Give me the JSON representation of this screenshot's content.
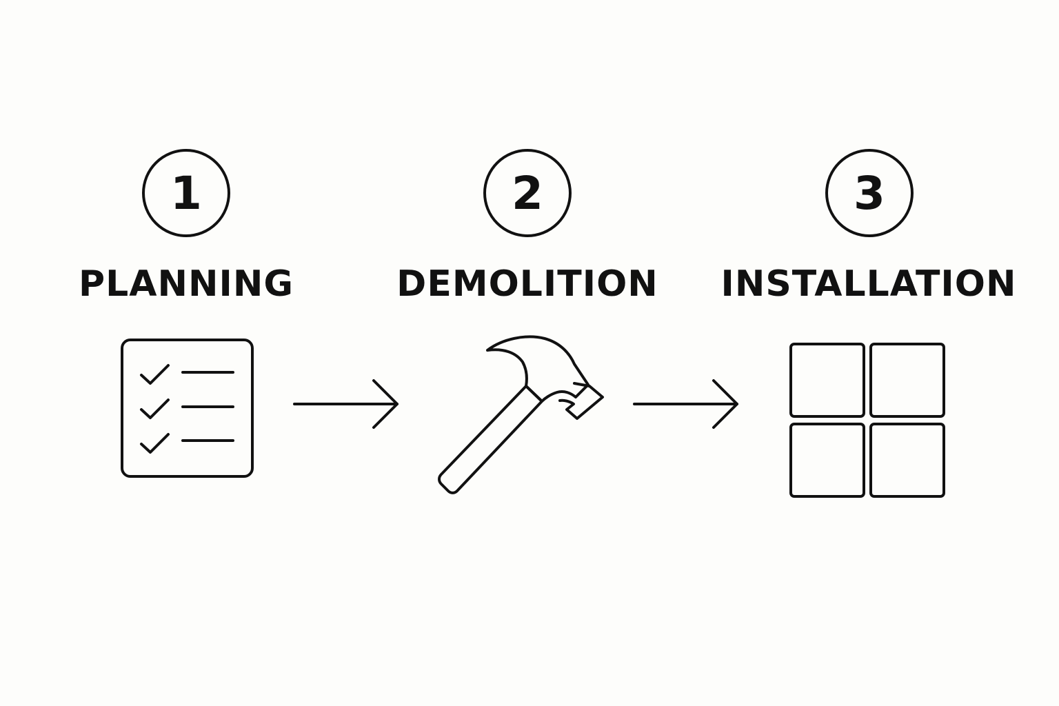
{
  "diagram": {
    "ink_color": "#111111",
    "background_color": "#fdfdfb",
    "steps": [
      {
        "number": "1",
        "label": "PLANNING",
        "icon": "checklist-icon"
      },
      {
        "number": "2",
        "label": "DEMOLITION",
        "icon": "hammer-icon"
      },
      {
        "number": "3",
        "label": "INSTALLATION",
        "icon": "tiles-icon"
      }
    ],
    "connectors": [
      "arrow-right-icon",
      "arrow-right-icon"
    ]
  }
}
